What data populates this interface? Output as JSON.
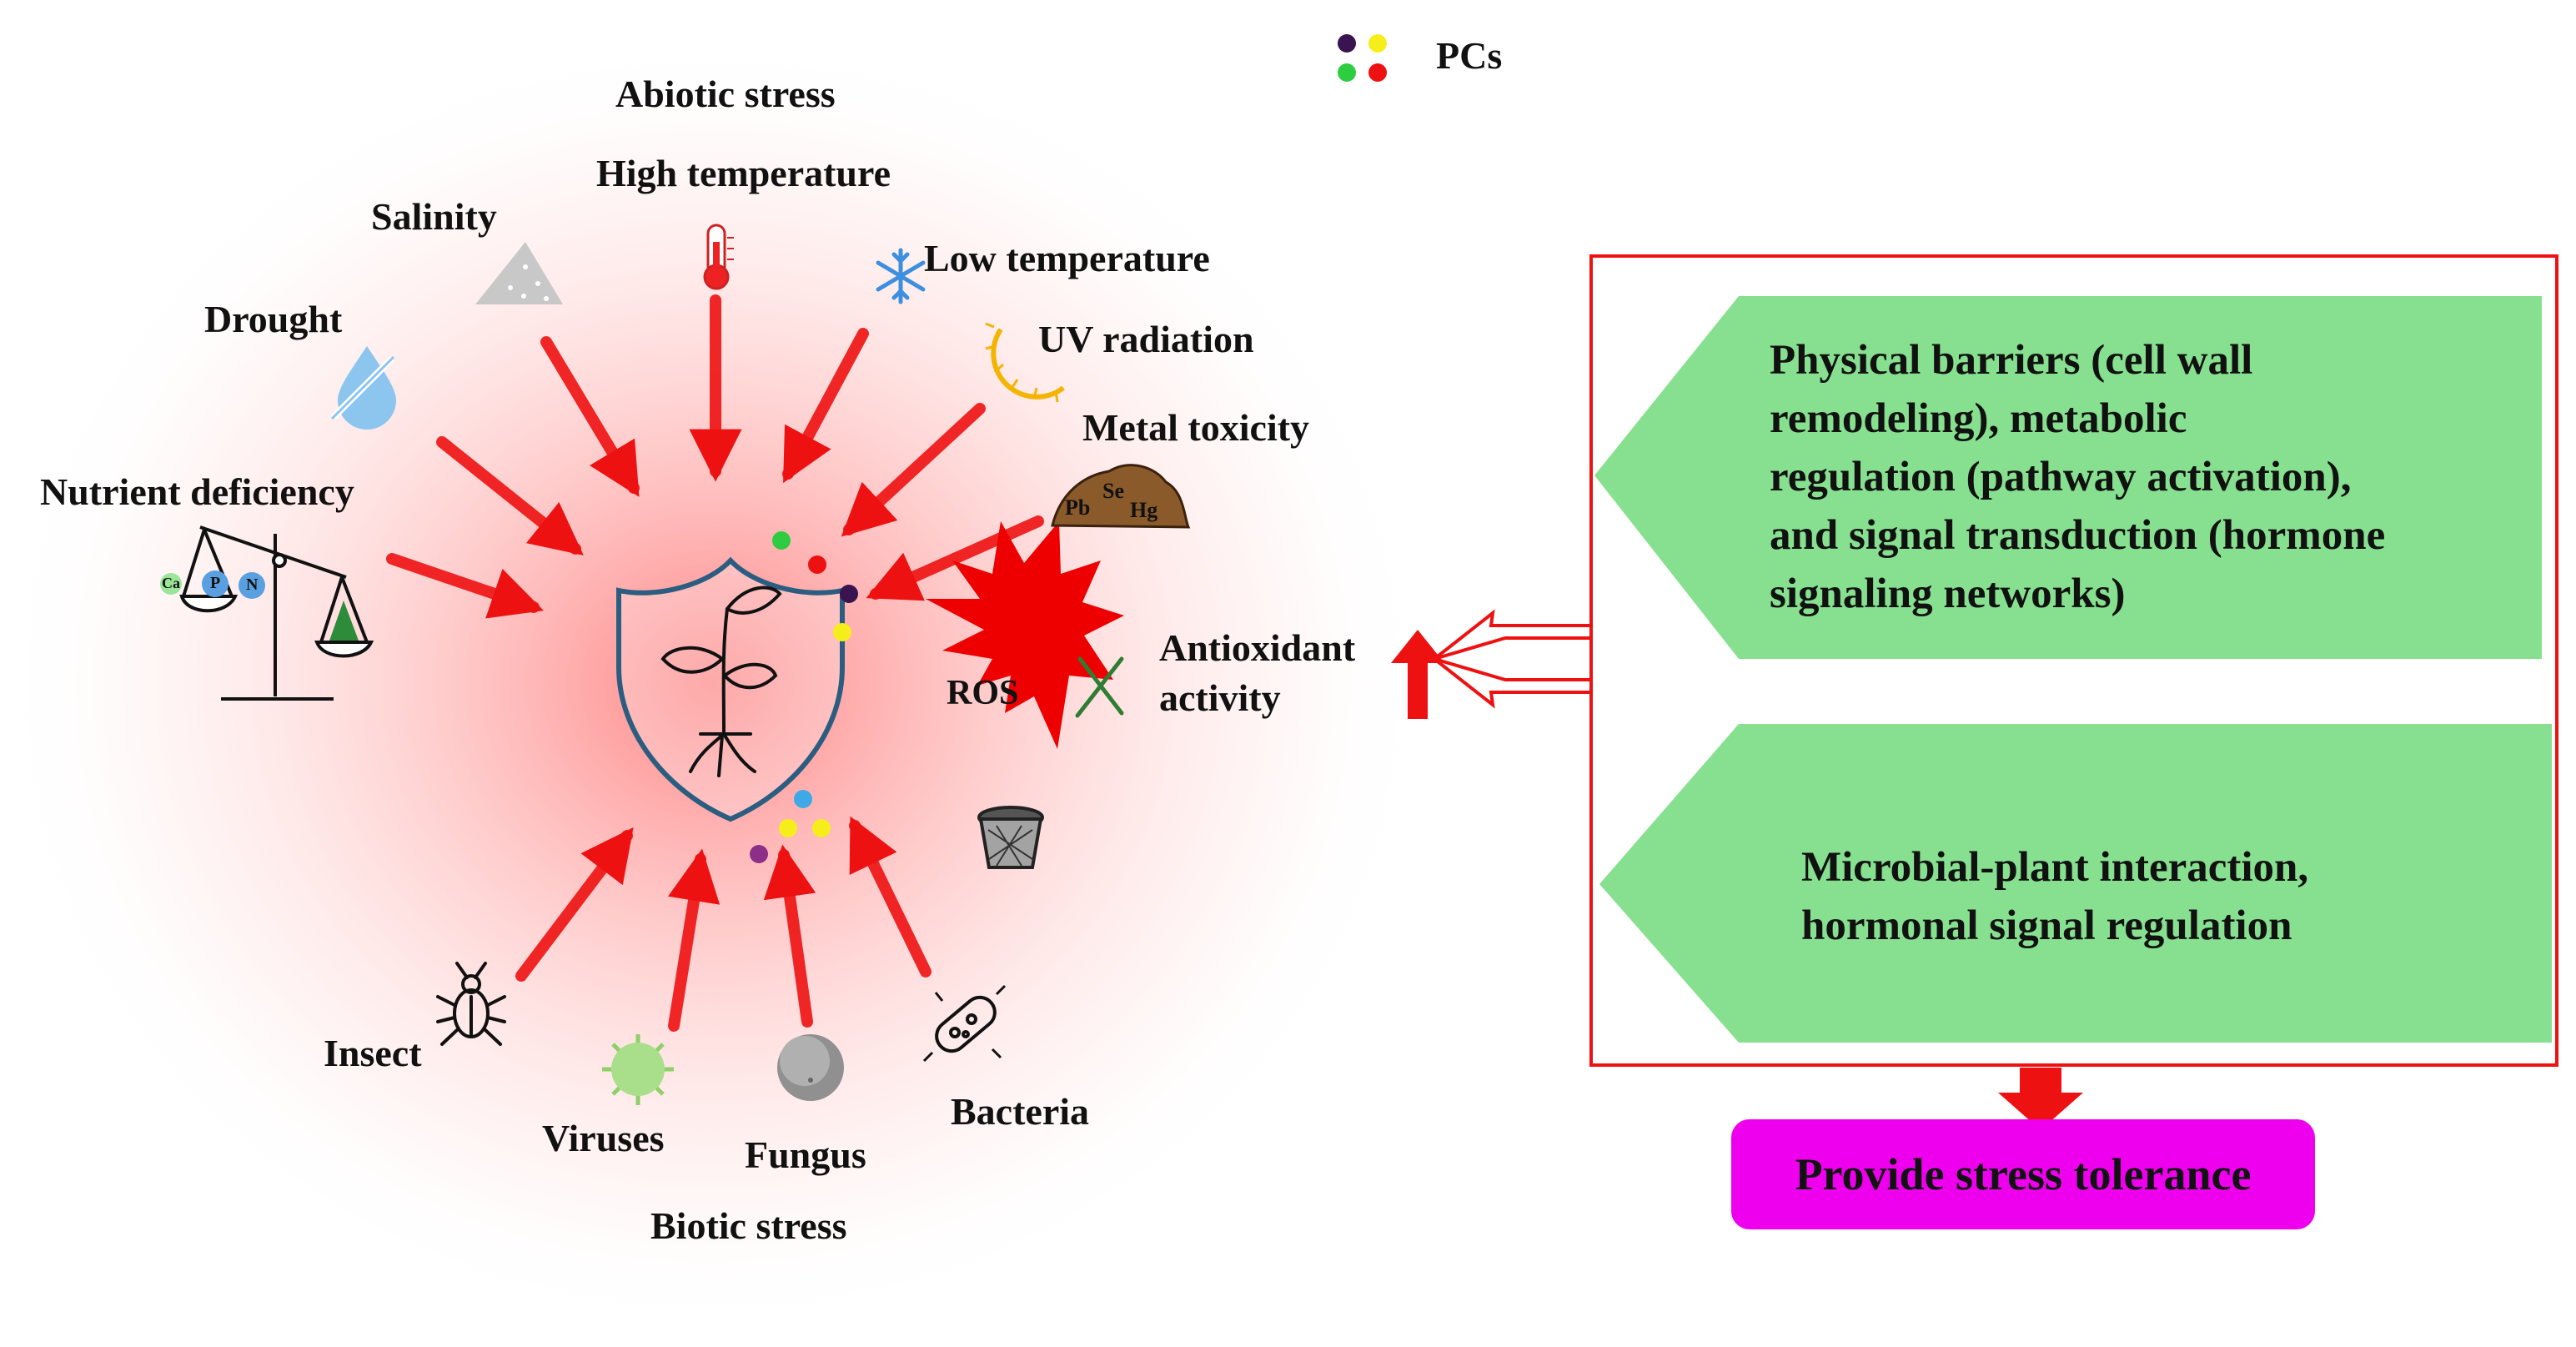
{
  "legend": {
    "label": "PCs",
    "dot_colors": [
      "#3a1450",
      "#f5ee1a",
      "#2ecc40",
      "#ee1111"
    ]
  },
  "abiotic": {
    "group_label": "Abiotic stress",
    "items": [
      {
        "label": "High temperature",
        "icon": "thermometer-icon"
      },
      {
        "label": "Low temperature",
        "icon": "snowflake-icon"
      },
      {
        "label": "UV radiation",
        "icon": "sun-icon"
      },
      {
        "label": "Metal toxicity",
        "icon": "metal-heap-icon",
        "symbols": [
          "Pb",
          "Se",
          "Hg"
        ]
      },
      {
        "label": "Salinity",
        "icon": "salt-pile-icon"
      },
      {
        "label": "Drought",
        "icon": "water-drop-icon"
      },
      {
        "label": "Nutrient deficiency",
        "icon": "balance-scale-icon",
        "symbols": [
          "Ca",
          "P",
          "N"
        ]
      }
    ]
  },
  "biotic": {
    "group_label": "Biotic stress",
    "items": [
      {
        "label": "Insect",
        "icon": "insect-icon"
      },
      {
        "label": "Viruses",
        "icon": "virus-icon"
      },
      {
        "label": "Fungus",
        "icon": "fungus-icon"
      },
      {
        "label": "Bacteria",
        "icon": "bacteria-icon"
      }
    ]
  },
  "center": {
    "ros_label": "ROS",
    "antioxidant_label_line1": "Antioxidant",
    "antioxidant_label_line2": "activity"
  },
  "mechanisms": {
    "box1_lines": [
      "Physical barriers (cell wall",
      "remodeling), metabolic",
      "regulation (pathway activation),",
      "and signal transduction (hormone",
      "signaling networks)"
    ],
    "box2_lines": [
      "Microbial-plant interaction,",
      "hormonal signal regulation"
    ]
  },
  "outcome": {
    "label": "Provide stress tolerance"
  },
  "colors": {
    "arrow": "#ee1111",
    "mechanism_box": "#86e08f",
    "outcome_pill": "#ee00ee",
    "shield_stroke": "#2b5d80",
    "halo": "#ff8a8a"
  }
}
